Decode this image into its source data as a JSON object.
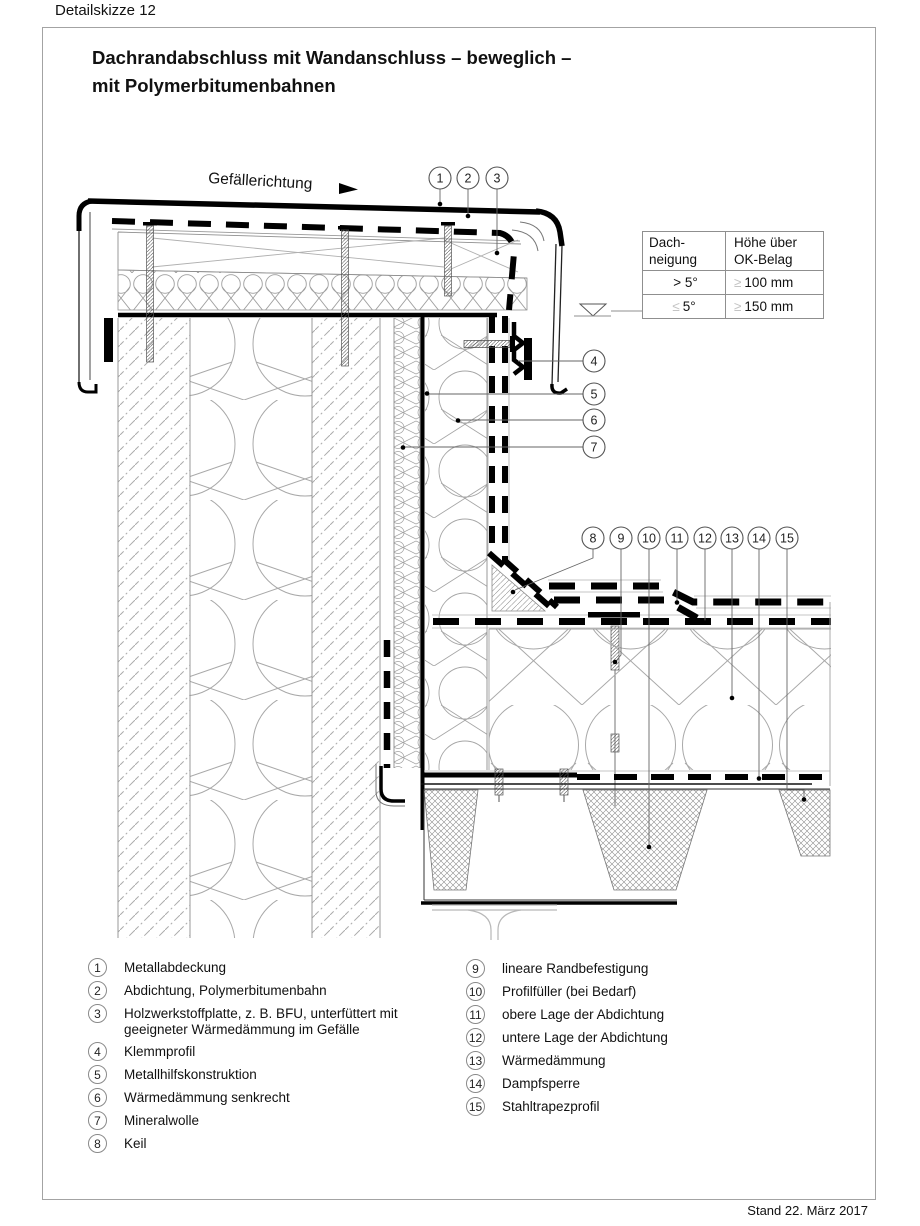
{
  "page": {
    "doc_label": "Detailskizze 12",
    "footer": "Stand 22. März 2017"
  },
  "title": {
    "line1": "Dachrandabschluss mit Wandanschluss – beweglich –",
    "line2": "mit Polymerbitumenbahnen"
  },
  "drawing": {
    "slope_label": "Gefällerichtung"
  },
  "table": {
    "col1_header_line1": "Dach-",
    "col1_header_line2": "neigung",
    "col2_header_line1": "Höhe über",
    "col2_header_line2": "OK-Belag",
    "rows": [
      {
        "slope_prefix": "",
        "slope": "> 5°",
        "height_prefix": "≥",
        "height": "100 mm"
      },
      {
        "slope_prefix": "≤",
        "slope": "5°",
        "height_prefix": "≥",
        "height": "150 mm"
      }
    ]
  },
  "legend": {
    "left_items": [
      {
        "num": "1",
        "label": "Metallabdeckung"
      },
      {
        "num": "2",
        "label": "Abdichtung, Polymerbitumenbahn"
      },
      {
        "num": "3",
        "label": "Holzwerkstoffplatte, z. B. BFU, unterfüttert mit geeigneter Wärmedämmung im Gefälle"
      },
      {
        "num": "4",
        "label": "Klemmprofil"
      },
      {
        "num": "5",
        "label": "Metallhilfskonstruktion"
      },
      {
        "num": "6",
        "label": "Wärmedämmung senkrecht"
      },
      {
        "num": "7",
        "label": "Mineralwolle"
      },
      {
        "num": "8",
        "label": "Keil"
      }
    ],
    "right_items": [
      {
        "num": "9",
        "label": "lineare Randbefestigung"
      },
      {
        "num": "10",
        "label": "Profilfüller (bei Bedarf)"
      },
      {
        "num": "11",
        "label": "obere Lage der Abdichtung"
      },
      {
        "num": "12",
        "label": "untere Lage der Abdichtung"
      },
      {
        "num": "13",
        "label": "Wärmedämmung"
      },
      {
        "num": "14",
        "label": "Dampfsperre"
      },
      {
        "num": "15",
        "label": "Stahltrapezprofil"
      }
    ]
  },
  "colors": {
    "ink": "#111111",
    "hatch": "#a8a8a8",
    "frame": "#a3a3a3"
  }
}
